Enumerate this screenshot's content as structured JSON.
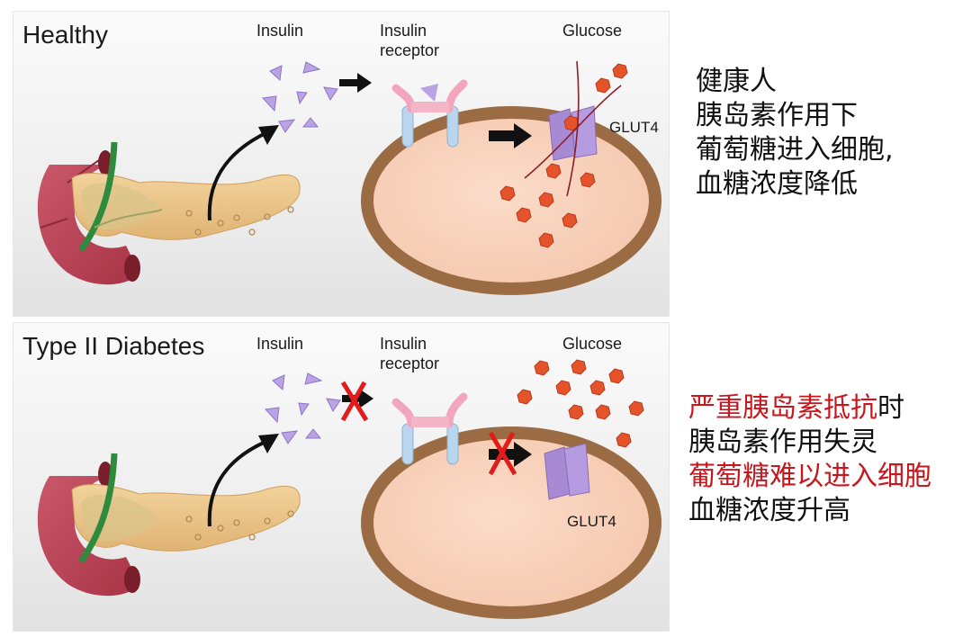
{
  "healthy": {
    "title": "Healthy",
    "labels": {
      "insulin": "Insulin",
      "receptor_line1": "Insulin",
      "receptor_line2": "receptor",
      "glucose": "Glucose",
      "glut4": "GLUT4"
    },
    "notes": [
      "健康人",
      "胰岛素作用下",
      "葡萄糖进入细胞,",
      "血糖浓度降低"
    ]
  },
  "diabetes": {
    "title": "Type II Diabetes",
    "labels": {
      "insulin": "Insulin",
      "receptor_line1": "Insulin",
      "receptor_line2": "receptor",
      "glucose": "Glucose",
      "glut4": "GLUT4"
    },
    "notes": [
      {
        "parts": [
          {
            "text": "严重胰岛素抵抗",
            "emphasis": true
          },
          {
            "text": "时",
            "emphasis": false
          }
        ]
      },
      {
        "parts": [
          {
            "text": "胰岛素作用失灵",
            "emphasis": false
          }
        ]
      },
      {
        "parts": [
          {
            "text": "葡萄糖难以进入细胞",
            "emphasis": true
          }
        ]
      },
      {
        "parts": [
          {
            "text": "血糖浓度升高",
            "emphasis": false
          }
        ]
      }
    ]
  },
  "colors": {
    "emphasis": "#c8161d",
    "insulin": "#b9a3e3",
    "glucose": "#e5532b",
    "cell_fill": "#f9d4bf",
    "cell_membrane": "#9b6b44",
    "blocked_x": "#e21b1b"
  }
}
